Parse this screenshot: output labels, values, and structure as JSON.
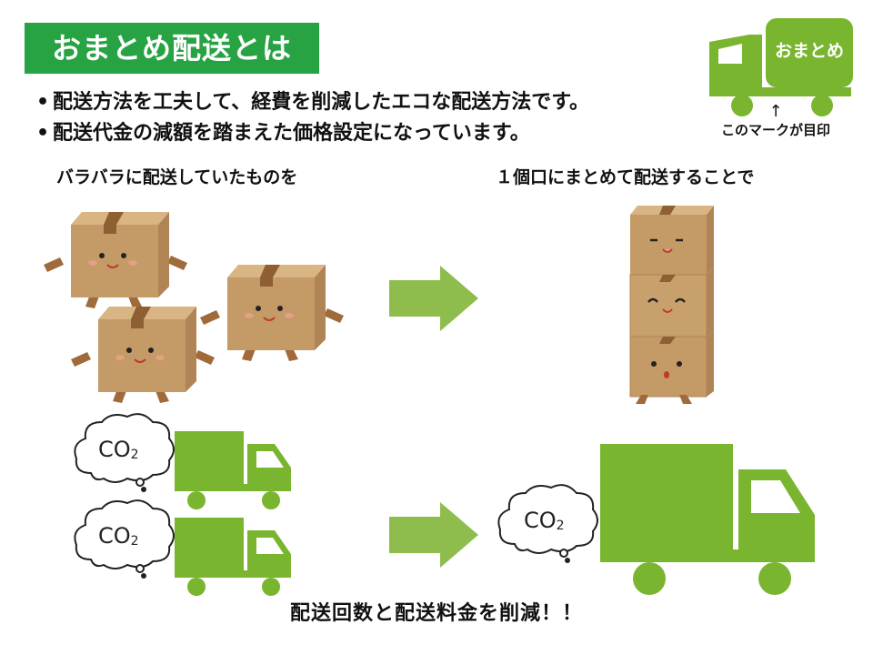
{
  "title": "おまとめ配送とは",
  "bullets": [
    "配送方法を工夫して、経費を削減したエコな配送方法です。",
    "配送代金の減額を踏まえた価格設定になっています。"
  ],
  "bullet_marker": "•",
  "mark": {
    "truck_label": "おまとめ",
    "arrow": "↑",
    "note": "このマークが目印"
  },
  "labels": {
    "left": "バラバラに配送していたものを",
    "right": "１個口にまとめて配送することで"
  },
  "co2": {
    "main": "CO",
    "sub": "2"
  },
  "footer": "配送回数と配送料金を削減！！",
  "colors": {
    "title_green": "#27a343",
    "truck_green": "#7ab52f",
    "arrow_green": "#8ebd4e",
    "box_tan": "#c49a66"
  }
}
